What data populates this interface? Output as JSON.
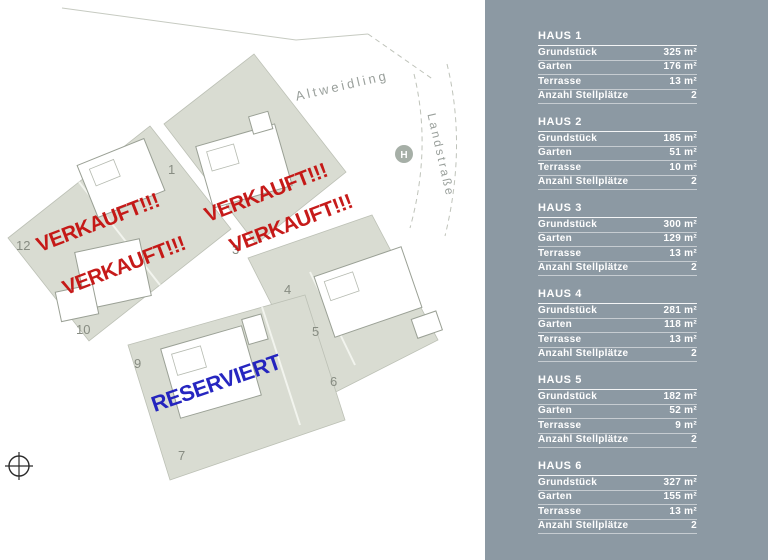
{
  "plan": {
    "streets": {
      "altweidling": "Altweidling",
      "landstrasse": "Landstraße"
    },
    "bus_stop": "H",
    "plots": [
      "1",
      "12",
      "3",
      "10",
      "9",
      "4",
      "5",
      "6",
      "7"
    ],
    "stamps": {
      "sold": "VERKAUFT!!!",
      "reserved": "RESERVIERT"
    },
    "colors": {
      "sold": "#c40f0e",
      "reserved": "#1b1bbd",
      "parcel": "#d9dcd2",
      "sidebar_bg": "#8c99a3"
    }
  },
  "sidebar": {
    "row_labels": [
      "Grundstück",
      "Garten",
      "Terrasse",
      "Anzahl Stellplätze"
    ],
    "houses": [
      {
        "name": "HAUS 1",
        "values": [
          "325 m²",
          "176 m²",
          "13 m²",
          "2"
        ]
      },
      {
        "name": "HAUS 2",
        "values": [
          "185 m²",
          "51 m²",
          "10 m²",
          "2"
        ]
      },
      {
        "name": "HAUS 3",
        "values": [
          "300 m²",
          "129 m²",
          "13 m²",
          "2"
        ]
      },
      {
        "name": "HAUS 4",
        "values": [
          "281 m²",
          "118 m²",
          "13 m²",
          "2"
        ]
      },
      {
        "name": "HAUS 5",
        "values": [
          "182 m²",
          "52 m²",
          "9 m²",
          "2"
        ]
      },
      {
        "name": "HAUS 6",
        "values": [
          "327 m²",
          "155 m²",
          "13 m²",
          "2"
        ]
      }
    ]
  }
}
